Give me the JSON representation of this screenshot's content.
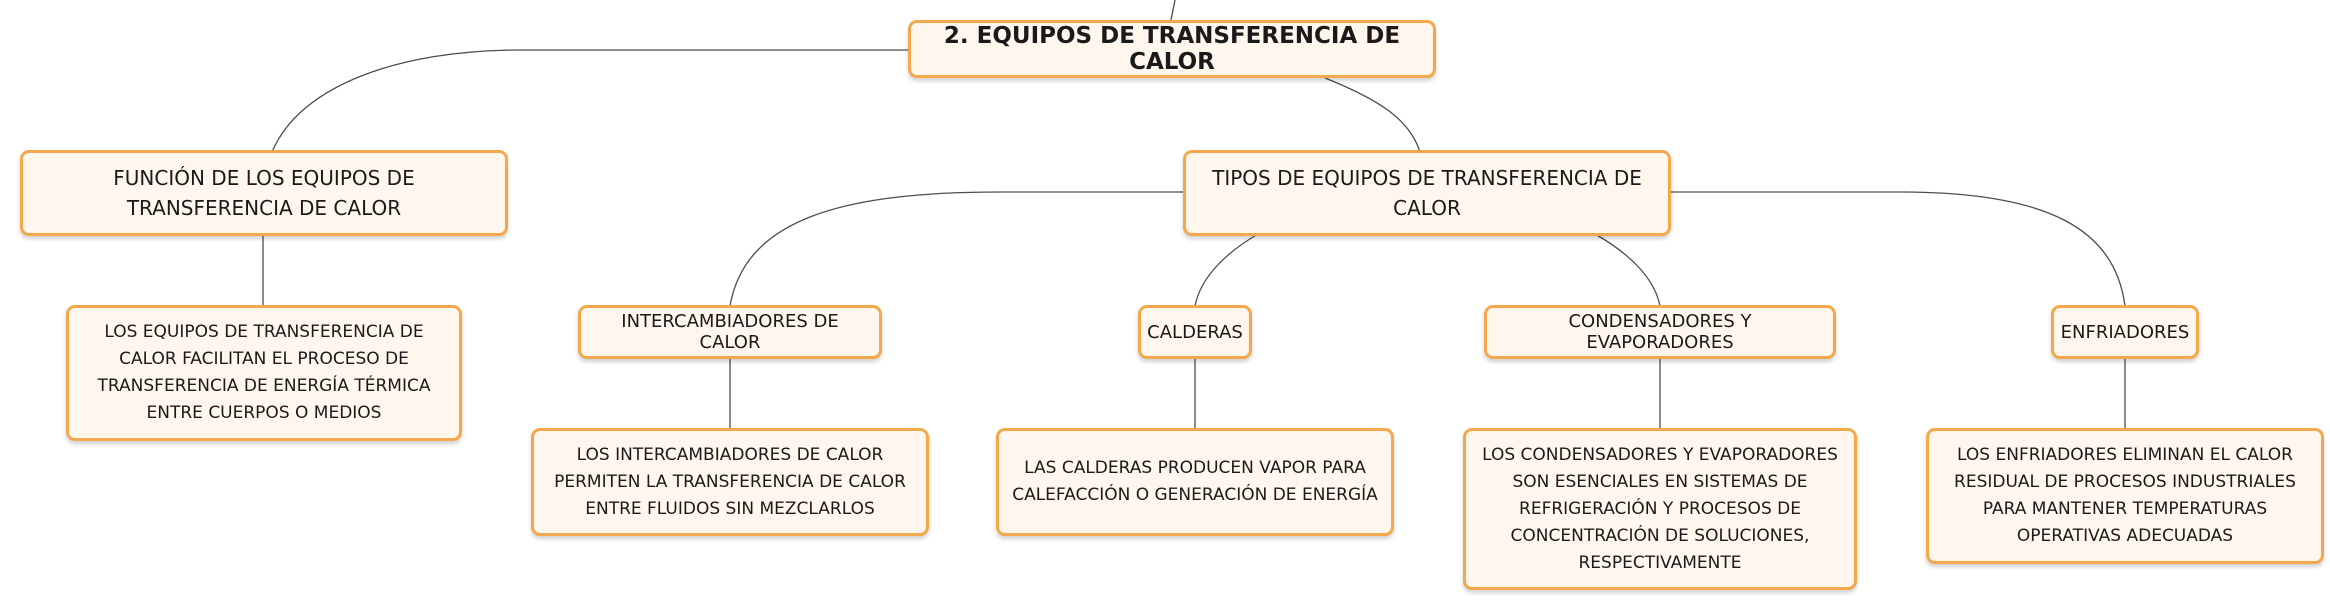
{
  "map": {
    "root": "2. EQUIPOS DE TRANSFERENCIA DE CALOR",
    "funcion": {
      "title": "FUNCIÓN DE LOS EQUIPOS DE TRANSFERENCIA DE CALOR",
      "detail": "LOS EQUIPOS DE TRANSFERENCIA DE CALOR FACILITAN EL PROCESO DE TRANSFERENCIA DE ENERGÍA TÉRMICA ENTRE CUERPOS O MEDIOS"
    },
    "tipos": {
      "title": "TIPOS DE EQUIPOS DE TRANSFERENCIA DE CALOR",
      "items": [
        {
          "title": "INTERCAMBIADORES DE CALOR",
          "detail": "LOS INTERCAMBIADORES DE CALOR PERMITEN LA TRANSFERENCIA DE CALOR ENTRE FLUIDOS SIN MEZCLARLOS"
        },
        {
          "title": "CALDERAS",
          "detail": "LAS CALDERAS PRODUCEN VAPOR PARA CALEFACCIÓN O GENERACIÓN DE ENERGÍA"
        },
        {
          "title": "CONDENSADORES Y EVAPORADORES",
          "detail": "LOS CONDENSADORES Y EVAPORADORES SON ESENCIALES EN SISTEMAS DE REFRIGERACIÓN Y PROCESOS DE CONCENTRACIÓN DE SOLUCIONES, RESPECTIVAMENTE"
        },
        {
          "title": "ENFRIADORES",
          "detail": "LOS ENFRIADORES ELIMINAN EL CALOR RESIDUAL DE PROCESOS INDUSTRIALES PARA MANTENER TEMPERATURAS OPERATIVAS ADECUADAS"
        }
      ]
    }
  },
  "colors": {
    "node_border": "#f3a84b",
    "node_fill": "#fff6ed",
    "connector": "#4d4d4d"
  }
}
